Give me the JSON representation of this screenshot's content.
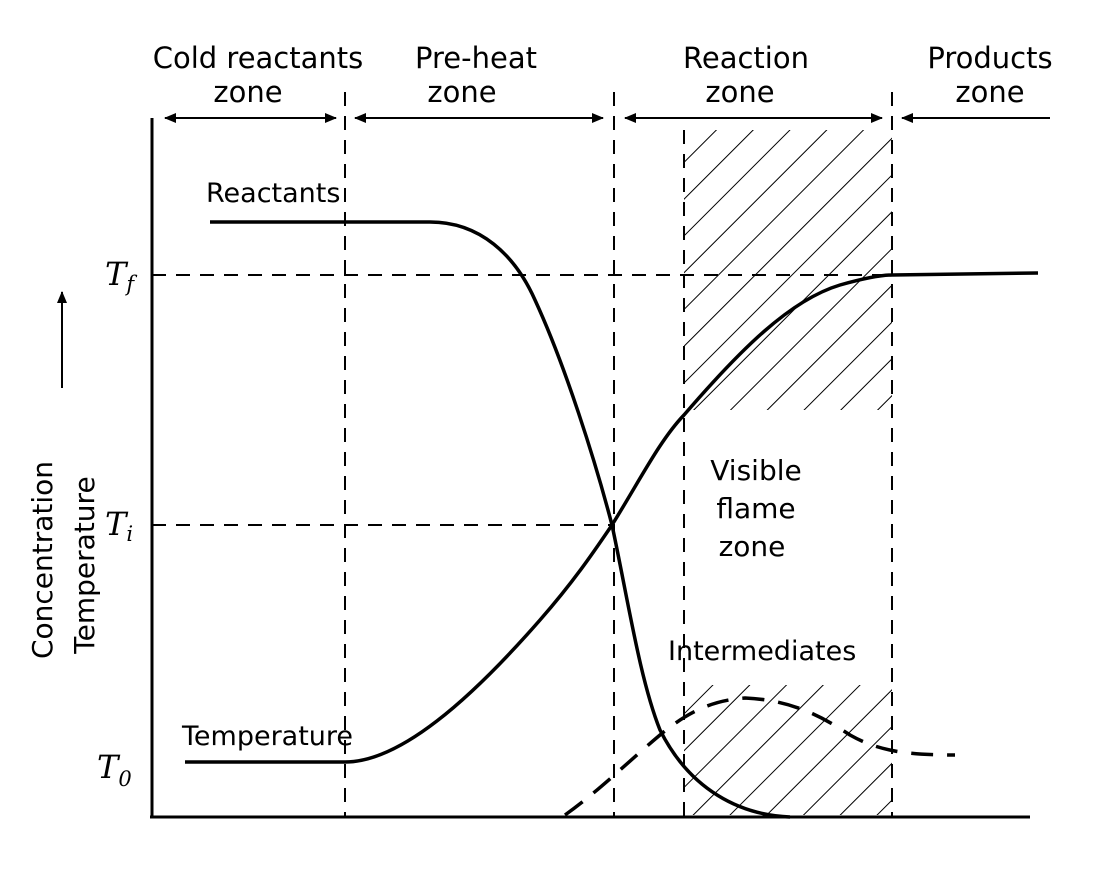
{
  "zones": {
    "cold": {
      "line1": "Cold reactants",
      "line2": "zone"
    },
    "preheat": {
      "line1": "Pre-heat",
      "line2": "zone"
    },
    "reaction": {
      "line1": "Reaction",
      "line2": "zone"
    },
    "products": {
      "line1": "Products",
      "line2": "zone"
    }
  },
  "y_axis": {
    "label_concentration": "Concentration",
    "label_temperature": "Temperature",
    "ticks": {
      "tf": {
        "main": "T",
        "sub": "f"
      },
      "ti": {
        "main": "T",
        "sub": "i"
      },
      "t0": {
        "main": "T",
        "sub": "0"
      }
    }
  },
  "curves": {
    "reactants": "Reactants",
    "temperature": "Temperature",
    "intermediates": "Intermediates"
  },
  "flame_zone": {
    "line1": "Visible",
    "line2": "flame",
    "line3": "zone"
  },
  "colors": {
    "ink": "#000000",
    "background": "#ffffff"
  }
}
